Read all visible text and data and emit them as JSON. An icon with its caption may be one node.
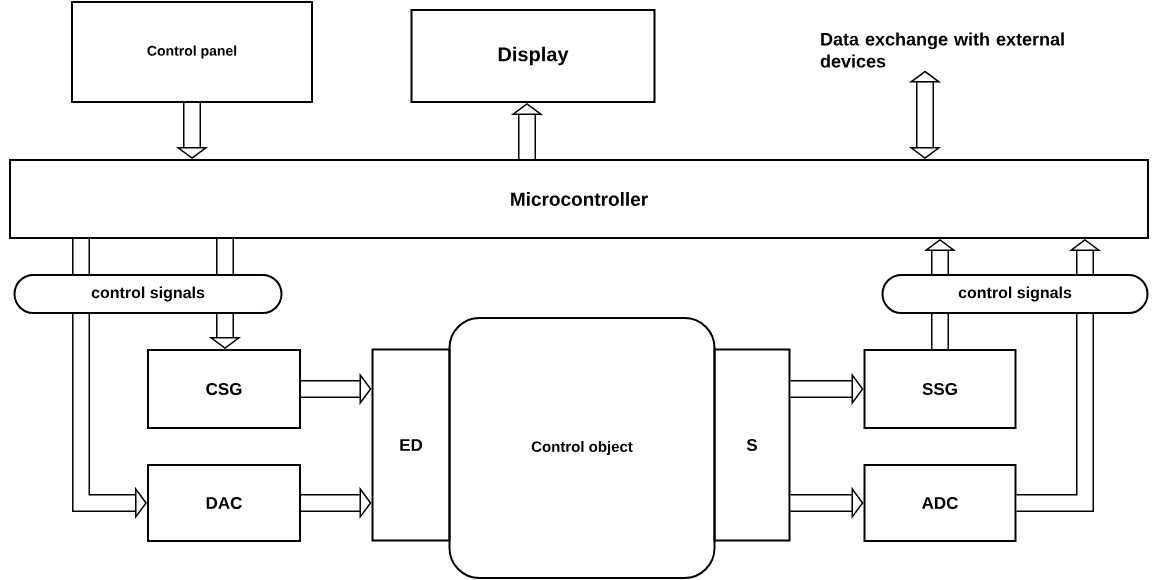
{
  "diagram": {
    "nodes": [
      {
        "text": [
          "Control panel"
        ]
      },
      {
        "text": [
          "Display"
        ]
      },
      {
        "text": [
          "Data exchange with external devices"
        ]
      },
      {
        "text": [
          "Microcontroller"
        ]
      },
      {
        "text": [
          "control signals"
        ]
      },
      {
        "text": [
          "control signals"
        ]
      },
      {
        "text": [
          "CSG"
        ]
      },
      {
        "text": [
          "DAC"
        ]
      },
      {
        "text": [
          "ED"
        ]
      },
      {
        "text": [
          "Control object"
        ]
      },
      {
        "text": [
          "S"
        ]
      },
      {
        "text": [
          "SSG"
        ]
      },
      {
        "text": [
          "ADC"
        ]
      }
    ],
    "edges": [
      {
        "from": 0,
        "to": 3,
        "arrow": "to"
      },
      {
        "from": 3,
        "to": 1,
        "arrow": "to"
      },
      {
        "from": 3,
        "to": 2,
        "arrow": "both"
      },
      {
        "from": 3,
        "to": 4,
        "arrow": "none"
      },
      {
        "from": 3,
        "to": 4,
        "arrow": "none"
      },
      {
        "from": 4,
        "to": 6,
        "arrow": "to"
      },
      {
        "from": 4,
        "to": 7,
        "arrow": "to"
      },
      {
        "from": 6,
        "to": 8,
        "arrow": "to"
      },
      {
        "from": 7,
        "to": 8,
        "arrow": "to"
      },
      {
        "from": 10,
        "to": 11,
        "arrow": "to"
      },
      {
        "from": 10,
        "to": 12,
        "arrow": "to"
      },
      {
        "from": 11,
        "to": 5,
        "arrow": "none"
      },
      {
        "from": 12,
        "to": 5,
        "arrow": "none"
      },
      {
        "from": 5,
        "to": 3,
        "arrow": "to"
      },
      {
        "from": 5,
        "to": 3,
        "arrow": "to"
      }
    ]
  }
}
